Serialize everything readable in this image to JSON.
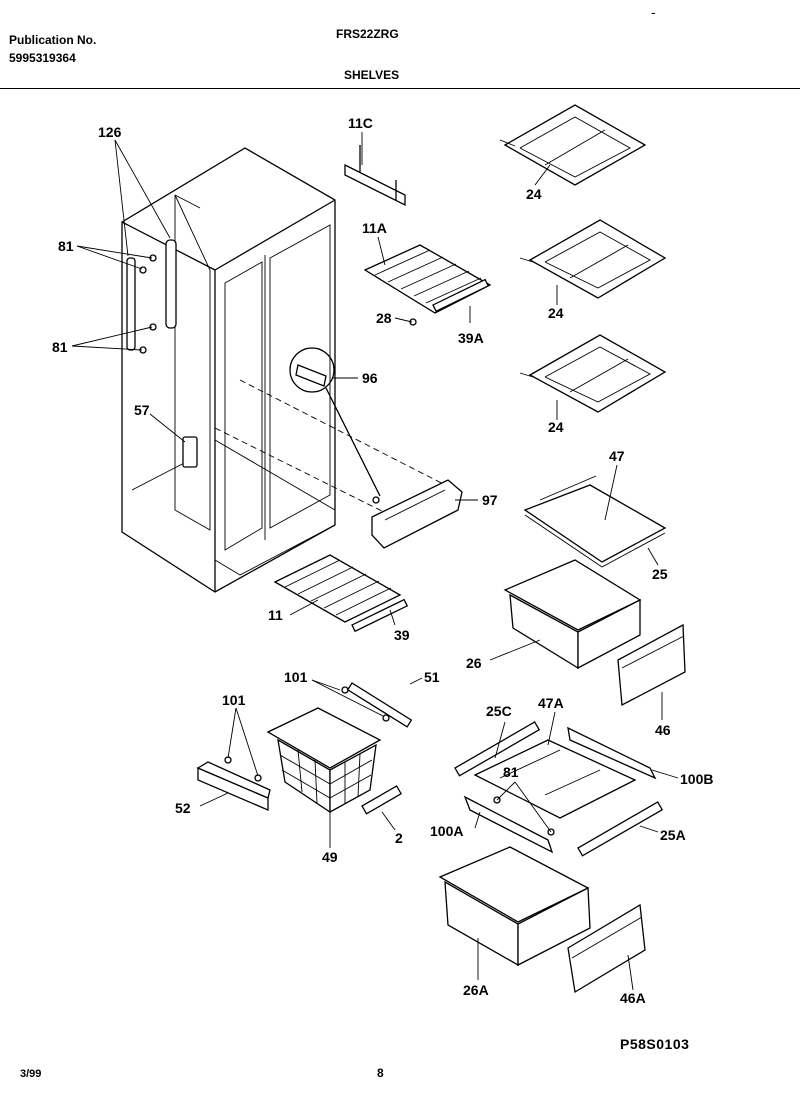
{
  "header": {
    "publication_label": "Publication No.",
    "publication_number": "5995319364",
    "model": "FRS22ZRG",
    "section": "SHELVES",
    "dash": "-"
  },
  "footer": {
    "date": "3/99",
    "page": "8",
    "diagram_code": "P58S0103"
  },
  "callouts": {
    "c126": "126",
    "c81a": "81",
    "c81b": "81",
    "c57": "57",
    "c11C": "11C",
    "c11A": "11A",
    "c28": "28",
    "c39A": "39A",
    "c96": "96",
    "c97": "97",
    "c11": "11",
    "c39": "39",
    "c24a": "24",
    "c24b": "24",
    "c24c": "24",
    "c47": "47",
    "c25": "25",
    "c26": "26",
    "c46": "46",
    "c101a": "101",
    "c51": "51",
    "c101b": "101",
    "c52": "52",
    "c49": "49",
    "c2": "2",
    "c25C": "25C",
    "c47A": "47A",
    "c100B": "100B",
    "c81c": "81",
    "c100A": "100A",
    "c25A": "25A",
    "c26A": "26A",
    "c46A": "46A"
  }
}
